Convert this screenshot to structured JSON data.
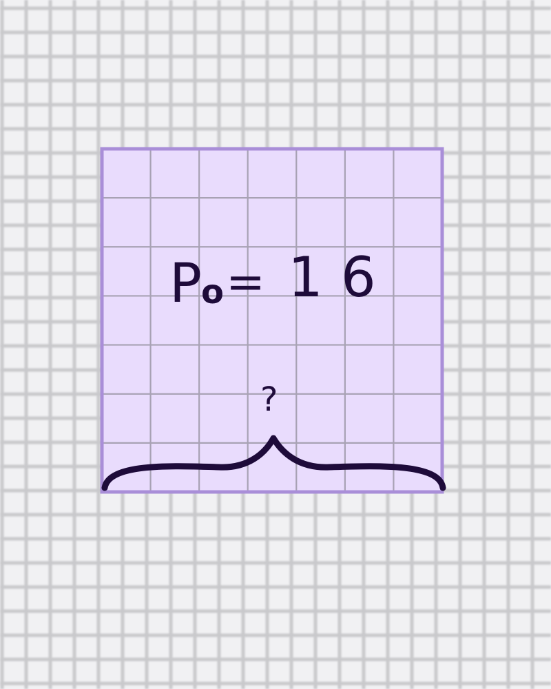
{
  "paper": {
    "background_color": "#f1f1f3",
    "grid_color": "#c9c9cc"
  },
  "square": {
    "fill_color": "#e9dcfd",
    "border_color": "#a98ed8",
    "grid_color": "#a8a2b4",
    "grid_cells": 7
  },
  "formula": {
    "symbol": "P",
    "subscript": "o",
    "equals": "=",
    "value": "16",
    "ink_color": "#1e0b3a"
  },
  "brace": {
    "question_mark": "?",
    "ink_color": "#1e0b3a"
  }
}
